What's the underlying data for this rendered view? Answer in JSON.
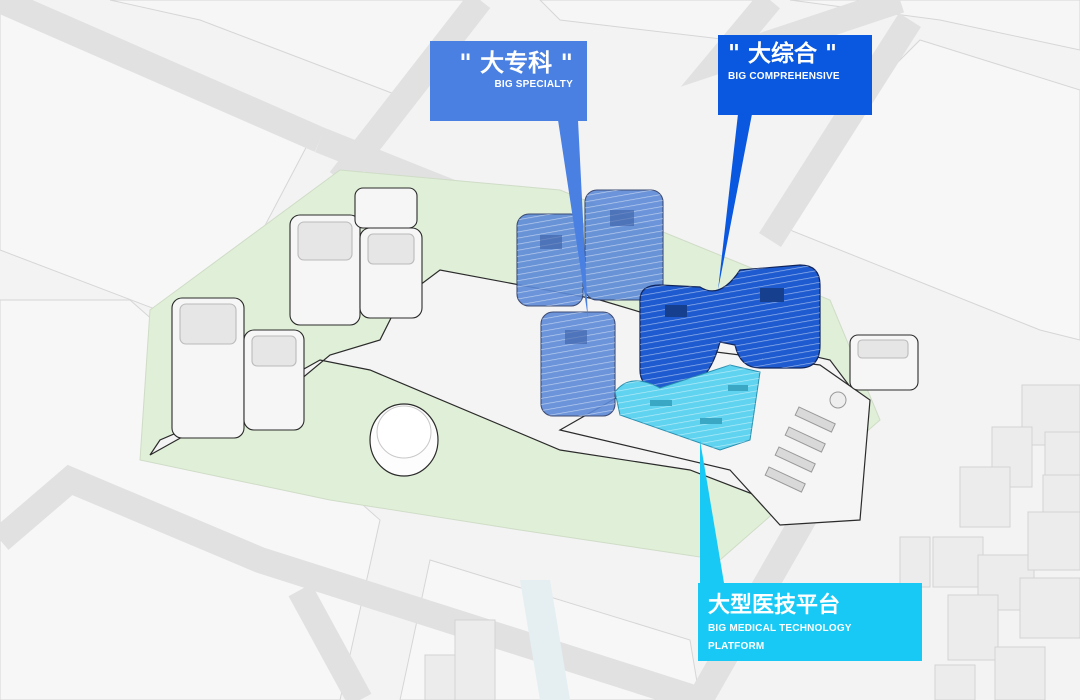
{
  "diagram": {
    "type": "architectural axonometric site plan",
    "colors": {
      "background": "#f3f3f3",
      "road": "#e2e2e2",
      "landscape_green": "#dfeed6",
      "building_white": "#f7f7f7",
      "outline": "#2b2b2b",
      "big_specialty": "#4a80e2",
      "big_comprehensive": "#0a58e0",
      "medical_platform": "#19c9f5"
    }
  },
  "callouts": {
    "big_specialty": {
      "title_zh": "\" 大专科 \"",
      "title_en": "BIG SPECIALTY",
      "color": "#4a80e2"
    },
    "big_comprehensive": {
      "title_zh": "\" 大综合 \"",
      "title_en": "BIG COMPREHENSIVE",
      "color": "#0a58e0"
    },
    "medical_platform": {
      "title_zh": "大型医技平台",
      "title_en_line1": "BIG MEDICAL TECHNOLOGY",
      "title_en_line2": "PLATFORM",
      "color": "#19c9f5"
    }
  }
}
